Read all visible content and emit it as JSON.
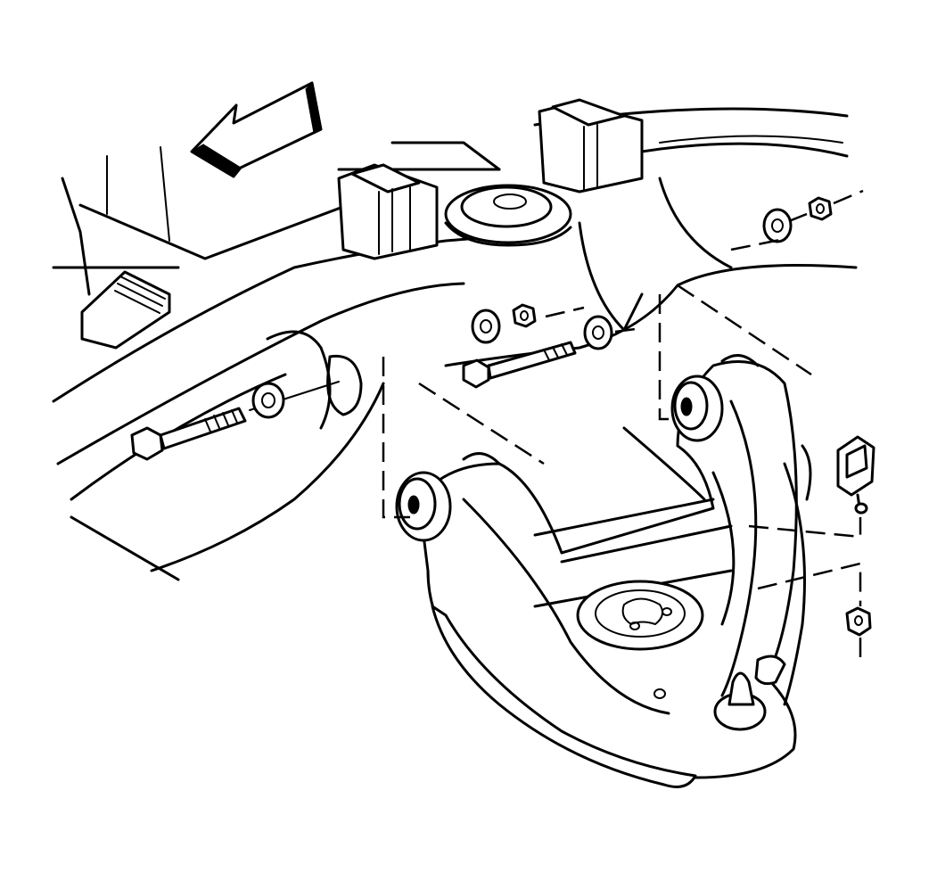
{
  "diagram": {
    "style": "black line-art exploded view",
    "colors": {
      "line": "#000000",
      "background": "#ffffff"
    },
    "components": [
      {
        "id": "direction-arrow"
      },
      {
        "id": "frame-crossmember"
      },
      {
        "id": "upper-bumper-bracket-rear"
      },
      {
        "id": "upper-bumper-bracket-front"
      },
      {
        "id": "spring-seat-upper"
      },
      {
        "id": "lower-control-arm"
      },
      {
        "id": "lower-spring-seat"
      },
      {
        "id": "front-bushing"
      },
      {
        "id": "rear-bushing"
      },
      {
        "id": "ball-joint-stud"
      },
      {
        "id": "front-pivot-bolt"
      },
      {
        "id": "rear-pivot-bolt"
      },
      {
        "id": "washers"
      },
      {
        "id": "nuts"
      },
      {
        "id": "stabilizer-bracket-clip"
      },
      {
        "id": "bracket-nut"
      }
    ]
  }
}
